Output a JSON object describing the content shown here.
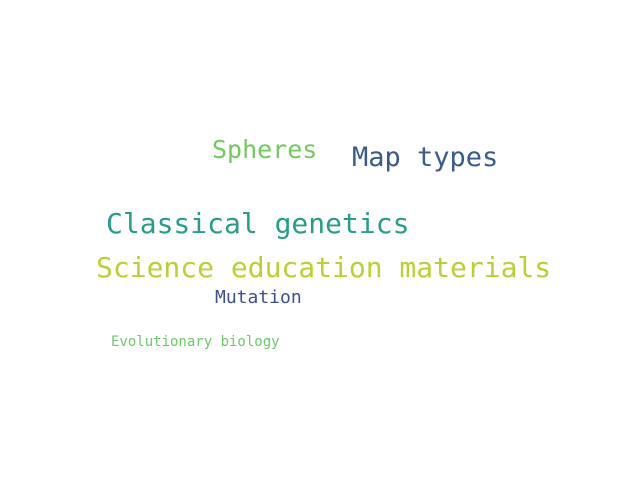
{
  "words": [
    {
      "text": "Science education materials",
      "color": "#b5d334"
    },
    {
      "text": "Classical genetics",
      "color": "#2a9d8a"
    },
    {
      "text": "Map types",
      "color": "#3b5a8c"
    },
    {
      "text": "Spheres",
      "color": "#73c95f"
    },
    {
      "text": "Mutation",
      "color": "#3e4f8c"
    },
    {
      "text": "Evolutionary biology",
      "color": "#6dc86a"
    }
  ]
}
